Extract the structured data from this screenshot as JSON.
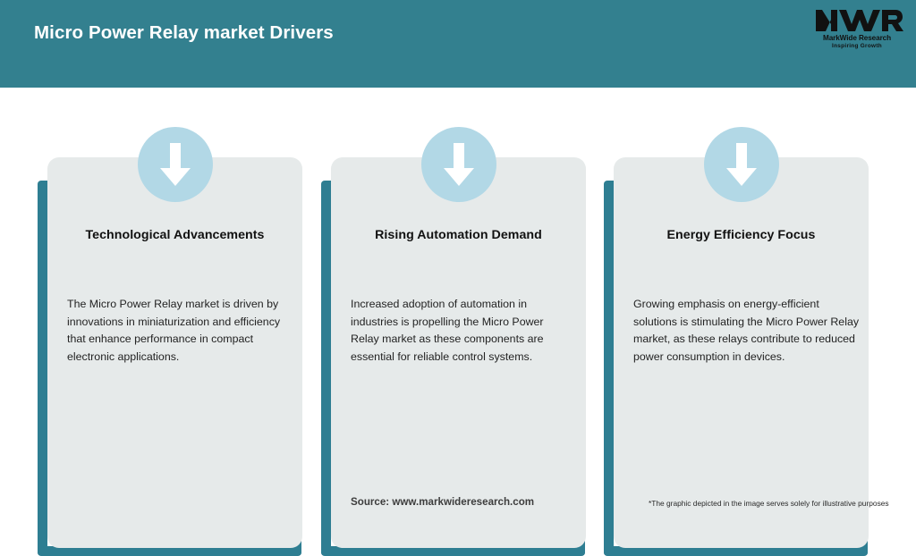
{
  "header": {
    "title": "Micro Power Relay market Drivers",
    "background_color": "#33808f",
    "title_color": "#ffffff"
  },
  "logo": {
    "monogram": "MWR",
    "company": "MarkWide Research",
    "tagline": "Inspiring Growth"
  },
  "theme": {
    "teal": "#2e7e92",
    "header_teal": "#33808f",
    "card_grey": "#e6eaea",
    "icon_blue": "#b2d8e6",
    "arrow_white": "#ffffff"
  },
  "cards": [
    {
      "icon": "arrow-down-icon",
      "heading": "Technological Advancements",
      "body": "The Micro Power Relay market is driven by innovations in miniaturization and efficiency that enhance performance in compact electronic applications."
    },
    {
      "icon": "arrow-down-icon",
      "heading": "Rising Automation Demand",
      "body": "Increased adoption of automation in industries is propelling the Micro Power Relay market as these components are essential for reliable control systems."
    },
    {
      "icon": "arrow-down-icon",
      "heading": "Energy Efficiency Focus",
      "body": "Growing emphasis on energy-efficient solutions is stimulating the Micro Power Relay market, as these relays contribute to reduced power consumption in devices."
    }
  ],
  "footer": {
    "source": "Source: www.markwideresearch.com",
    "note": "*The graphic depicted in the image serves solely for illustrative purposes"
  }
}
